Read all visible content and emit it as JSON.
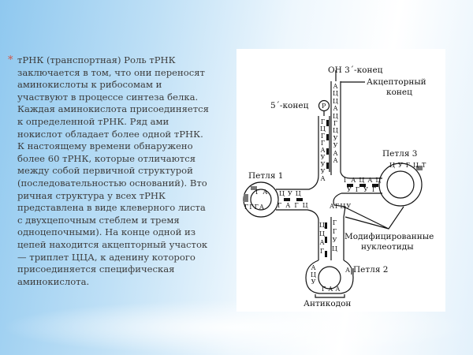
{
  "slide": {
    "bullet": "*",
    "lines": [
      "тРНК (транспортная) Роль тРНК",
      "заключается в том, что они переносят",
      "аминокислоты к рибосомам и",
      "участвуют в процессе синтеза белка.",
      "Каждая аминокислота присоединяется",
      "к определенной тРНК. Ряд ами",
      "нокислот обладает более одной тРНК.",
      "К настоящему времени обнаружено",
      "более 60 тРНК, которые отличаются",
      "между собой первичной структурой",
      "(последовательностью оснований). Вто",
      "ричная структура у всех тРНК",
      "представлена в виде клеверного листа",
      "с двухцепочным стеблем и тремя",
      "одноцепочными). На конце одной из",
      "цепей находится акцепторный участок",
      "— триплет ЦЦА, к аденину которого",
      "присоединяется специфическая",
      "аминокислота."
    ]
  },
  "diagram": {
    "labels": {
      "oh3": "ОН 3´-конец",
      "acceptor1": "Акцепторный",
      "acceptor2": "конец",
      "five": "5´-конец",
      "p": "P",
      "loop1": "Петля 1",
      "loop2": "Петля 2",
      "loop3": "Петля 3",
      "mod1": "Модифицированные",
      "mod2": "нуклеотиды",
      "anticodon": "Антикодон"
    },
    "seq": {
      "acceptor_right": "АЦЦАЦГЦУУАА",
      "acceptor_left": "ГЦГГАУУУА",
      "loop1_top": "ГА",
      "loop1_stem_top": "ЦУЦ",
      "loop1_stem_bottom": "ГАГЦ",
      "loop1_left": "ГГГА",
      "loop3_stem_top": "ГАЦАЦ",
      "loop3_stem_bottom": "УГУГ",
      "loop3_loop": "ЦУГЦТ",
      "anti_left": "ЦЦАГ",
      "anti_right": "ГГУЦ",
      "anti_extra": "АГЦУ",
      "loop2_left": "АЦУ",
      "loop2_bottom": "ГАА",
      "loop2_right": "А"
    }
  }
}
